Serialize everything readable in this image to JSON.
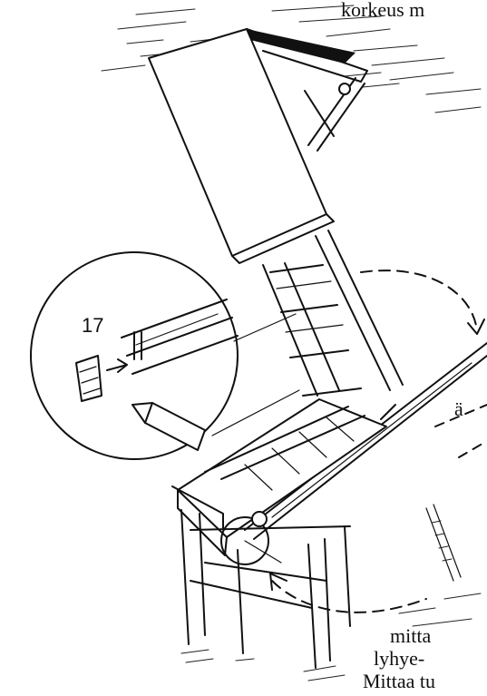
{
  "labels": {
    "top_right": "korkeus m",
    "middle_right": "ä",
    "bottom_line1": "mitta",
    "bottom_line2": "lyhye-",
    "bottom_line3": "Mittaa tu"
  },
  "callout": {
    "number": "17"
  }
}
